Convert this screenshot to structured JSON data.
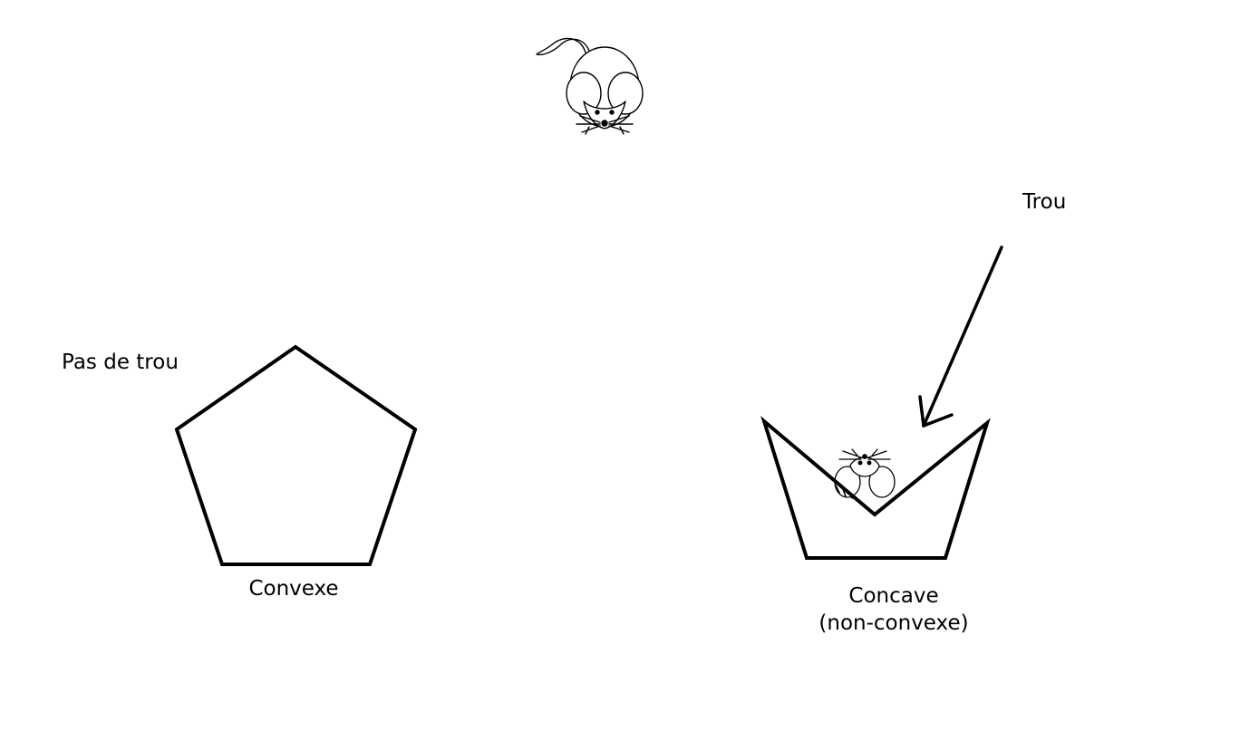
{
  "labels": {
    "no_hole": "Pas de trou",
    "convex": "Convexe",
    "hole": "Trou",
    "concave_line1": "Concave",
    "concave_line2": "(non-convexe)"
  },
  "icons": {
    "top": "mouse-icon",
    "inside": "mouse-peeking-icon",
    "pointer": "arrow-icon"
  },
  "colors": {
    "stroke": "#000000",
    "background": "#ffffff"
  }
}
